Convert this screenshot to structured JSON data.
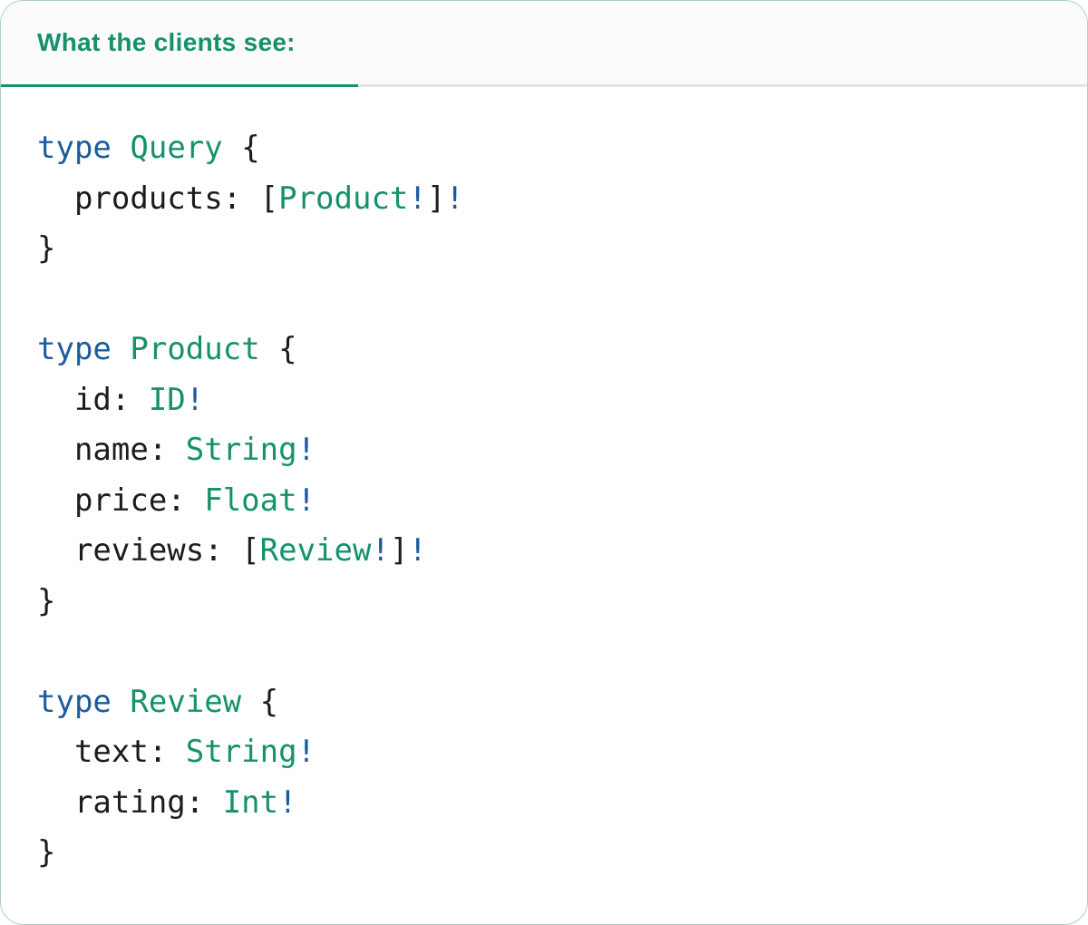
{
  "card": {
    "header": {
      "title": "What the clients see:"
    },
    "code": {
      "language": "graphql",
      "plain_text": "type Query {\n  products: [Product!]!\n}\n\ntype Product {\n  id: ID!\n  name: String!\n  price: Float!\n  reviews: [Review!]!\n}\n\ntype Review {\n  text: String!\n  rating: Int!\n}",
      "lines": [
        [
          {
            "t": "type",
            "c": "kw"
          },
          {
            "t": " ",
            "c": "pl"
          },
          {
            "t": "Query",
            "c": "ty"
          },
          {
            "t": " {",
            "c": "pl"
          }
        ],
        [
          {
            "t": "  products: [",
            "c": "pl"
          },
          {
            "t": "Product",
            "c": "ty"
          },
          {
            "t": "!",
            "c": "kw"
          },
          {
            "t": "]",
            "c": "pl"
          },
          {
            "t": "!",
            "c": "kw"
          }
        ],
        [
          {
            "t": "}",
            "c": "pl"
          }
        ],
        [
          {
            "t": " ",
            "c": "pl"
          }
        ],
        [
          {
            "t": "type",
            "c": "kw"
          },
          {
            "t": " ",
            "c": "pl"
          },
          {
            "t": "Product",
            "c": "ty"
          },
          {
            "t": " {",
            "c": "pl"
          }
        ],
        [
          {
            "t": "  id: ",
            "c": "pl"
          },
          {
            "t": "ID",
            "c": "ty"
          },
          {
            "t": "!",
            "c": "kw"
          }
        ],
        [
          {
            "t": "  name: ",
            "c": "pl"
          },
          {
            "t": "String",
            "c": "ty"
          },
          {
            "t": "!",
            "c": "kw"
          }
        ],
        [
          {
            "t": "  price: ",
            "c": "pl"
          },
          {
            "t": "Float",
            "c": "ty"
          },
          {
            "t": "!",
            "c": "kw"
          }
        ],
        [
          {
            "t": "  reviews: [",
            "c": "pl"
          },
          {
            "t": "Review",
            "c": "ty"
          },
          {
            "t": "!",
            "c": "kw"
          },
          {
            "t": "]",
            "c": "pl"
          },
          {
            "t": "!",
            "c": "kw"
          }
        ],
        [
          {
            "t": "}",
            "c": "pl"
          }
        ],
        [
          {
            "t": " ",
            "c": "pl"
          }
        ],
        [
          {
            "t": "type",
            "c": "kw"
          },
          {
            "t": " ",
            "c": "pl"
          },
          {
            "t": "Review",
            "c": "ty"
          },
          {
            "t": " {",
            "c": "pl"
          }
        ],
        [
          {
            "t": "  text: ",
            "c": "pl"
          },
          {
            "t": "String",
            "c": "ty"
          },
          {
            "t": "!",
            "c": "kw"
          }
        ],
        [
          {
            "t": "  rating: ",
            "c": "pl"
          },
          {
            "t": "Int",
            "c": "ty"
          },
          {
            "t": "!",
            "c": "kw"
          }
        ],
        [
          {
            "t": "}",
            "c": "pl"
          }
        ]
      ]
    }
  },
  "colors": {
    "accent_green": "#15916c",
    "keyword_blue": "#1b5c9e",
    "code_text": "#1c1c1c",
    "divider_gray": "#e4e4e4",
    "header_bg": "#fbfbfb",
    "card_border": "#aecfc0",
    "card_bg": "#ffffff"
  }
}
